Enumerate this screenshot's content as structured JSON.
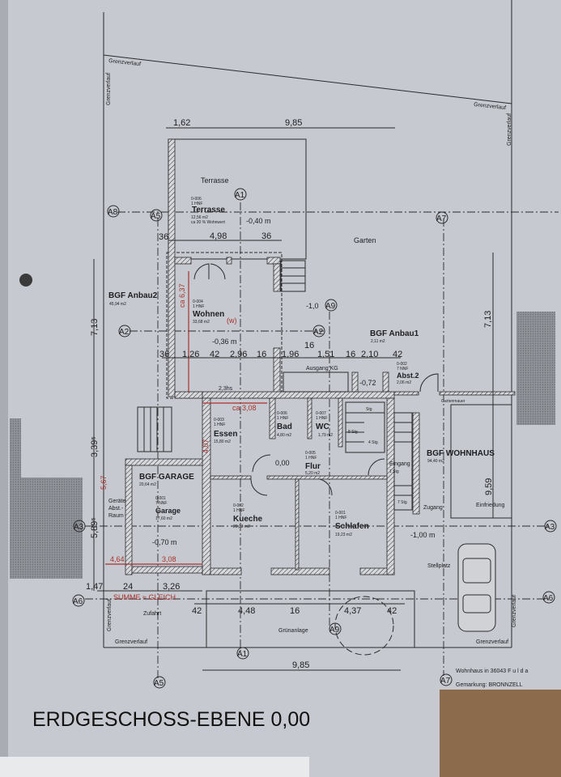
{
  "title": "ERDGESCHOSS-EBENE 0,00",
  "footer": {
    "address": "Wohnhaus in 36043  F u l d a",
    "gemarkung": "Gemarkung:  BRONNZELL"
  },
  "boundary_label": "Grenzverlauf",
  "axes": [
    "A1",
    "A2",
    "A3",
    "A5",
    "A6",
    "A7",
    "A8",
    "A9"
  ],
  "rooms": {
    "terrasse": {
      "title": "Terrasse",
      "id": "0-006",
      "type": "1 HNF",
      "area": "12,56 m2",
      "note": "ca 30 % Wohnwert",
      "label_top": "Terrasse",
      "level": "-0,40 m"
    },
    "wohnen": {
      "title": "Wohnen",
      "id": "0-004",
      "type": "1 HNF",
      "area": "33,68 m2",
      "level": "-0,36 m"
    },
    "essen": {
      "title": "Essen",
      "id": "0-003",
      "type": "1 HNF",
      "area": "15,80 m2"
    },
    "bad": {
      "title": "Bad",
      "id": "0-006",
      "type": "1 HNF",
      "area": "4,80 m2"
    },
    "wc": {
      "title": "WC",
      "id": "0-007",
      "type": "1 HNF",
      "area": "1,79 m2"
    },
    "flur": {
      "title": "Flur",
      "id": "0-005",
      "type": "1 HNF",
      "area": "5,20 m2",
      "level": "0,00"
    },
    "kueche": {
      "title": "Kueche",
      "id": "0-002",
      "type": "1 HNF",
      "area": "20,33 m2"
    },
    "schlafen": {
      "title": "Schlafen",
      "id": "0-001",
      "type": "1 HNF",
      "area": "19,23 m2"
    },
    "garage": {
      "title": "Garage",
      "id": "0-001",
      "type": "7 NNF",
      "area": "17,60 m2",
      "level": "-0,70 m"
    },
    "abst2": {
      "title": "Abst.2",
      "id": "0-002",
      "type": "7 NNF",
      "area": "2,06 m2",
      "level": "-0,72"
    }
  },
  "bgf": {
    "anbau2": {
      "title": "BGF Anbau2",
      "area": "45,94 m2"
    },
    "anbau1": {
      "title": "BGF Anbau1",
      "area": "2,11 m2"
    },
    "garage": {
      "title": "BGF GARAGE",
      "area": "20,64 m2"
    },
    "wohnhaus": {
      "title": "BGF WOHNHAUS",
      "area": "94,40 m2"
    }
  },
  "labels": {
    "garten": "Garten",
    "ausgang_kg": "Ausgang KG",
    "gartenmauer": "Gartenmauer",
    "eingang": "Eingang",
    "eingang_stg": "1 Stg",
    "zugang": "Zugang",
    "einfriedung": "Einfriedung",
    "stellplatz": "Stellplatz",
    "zufahrt": "Zufahrt",
    "gruenanlage": "Grünanlage",
    "geraete": "Geräte",
    "abst": "Abst.-",
    "raum": "Raum",
    "stg8": "8 Stg",
    "stg4": "4 Stg",
    "stg7": "7 Stg",
    "stg_top": "Stg",
    "level_out": "-1,00 m",
    "level_terr": "-1,0",
    "window": "2,3hs"
  },
  "dimensions": {
    "top": [
      "1,62",
      "9,85"
    ],
    "terrace": [
      "36",
      "4,98",
      "36"
    ],
    "middle": [
      "36",
      "1,26",
      "42",
      "2,96",
      "16",
      "1,96",
      "16",
      "1,51",
      "16",
      "2,10",
      "42"
    ],
    "left_v": [
      "7,13",
      "3,39⁵",
      "5,89⁵"
    ],
    "right_v": [
      "7,13",
      "9,59"
    ],
    "bottom": [
      "1,47",
      "24",
      "3,26",
      "42",
      "4,48",
      "16",
      "4,37",
      "42"
    ],
    "bottom_total": "9,85"
  },
  "annotations": {
    "wohnen_h": "ca 6,37",
    "essen_w": "ca 3,08",
    "essen_h": "4,07",
    "garage_l": "4,64",
    "garage_w": "3,08",
    "garage_v": "5,67",
    "summe": "SUMME ≈ GLEICH",
    "wohnen_mark": "(w)"
  },
  "colors": {
    "paper": "#c6c9cf",
    "ink": "#1e1e22",
    "annotation": "#a8322c",
    "cardboard": "#8b6b4b"
  }
}
